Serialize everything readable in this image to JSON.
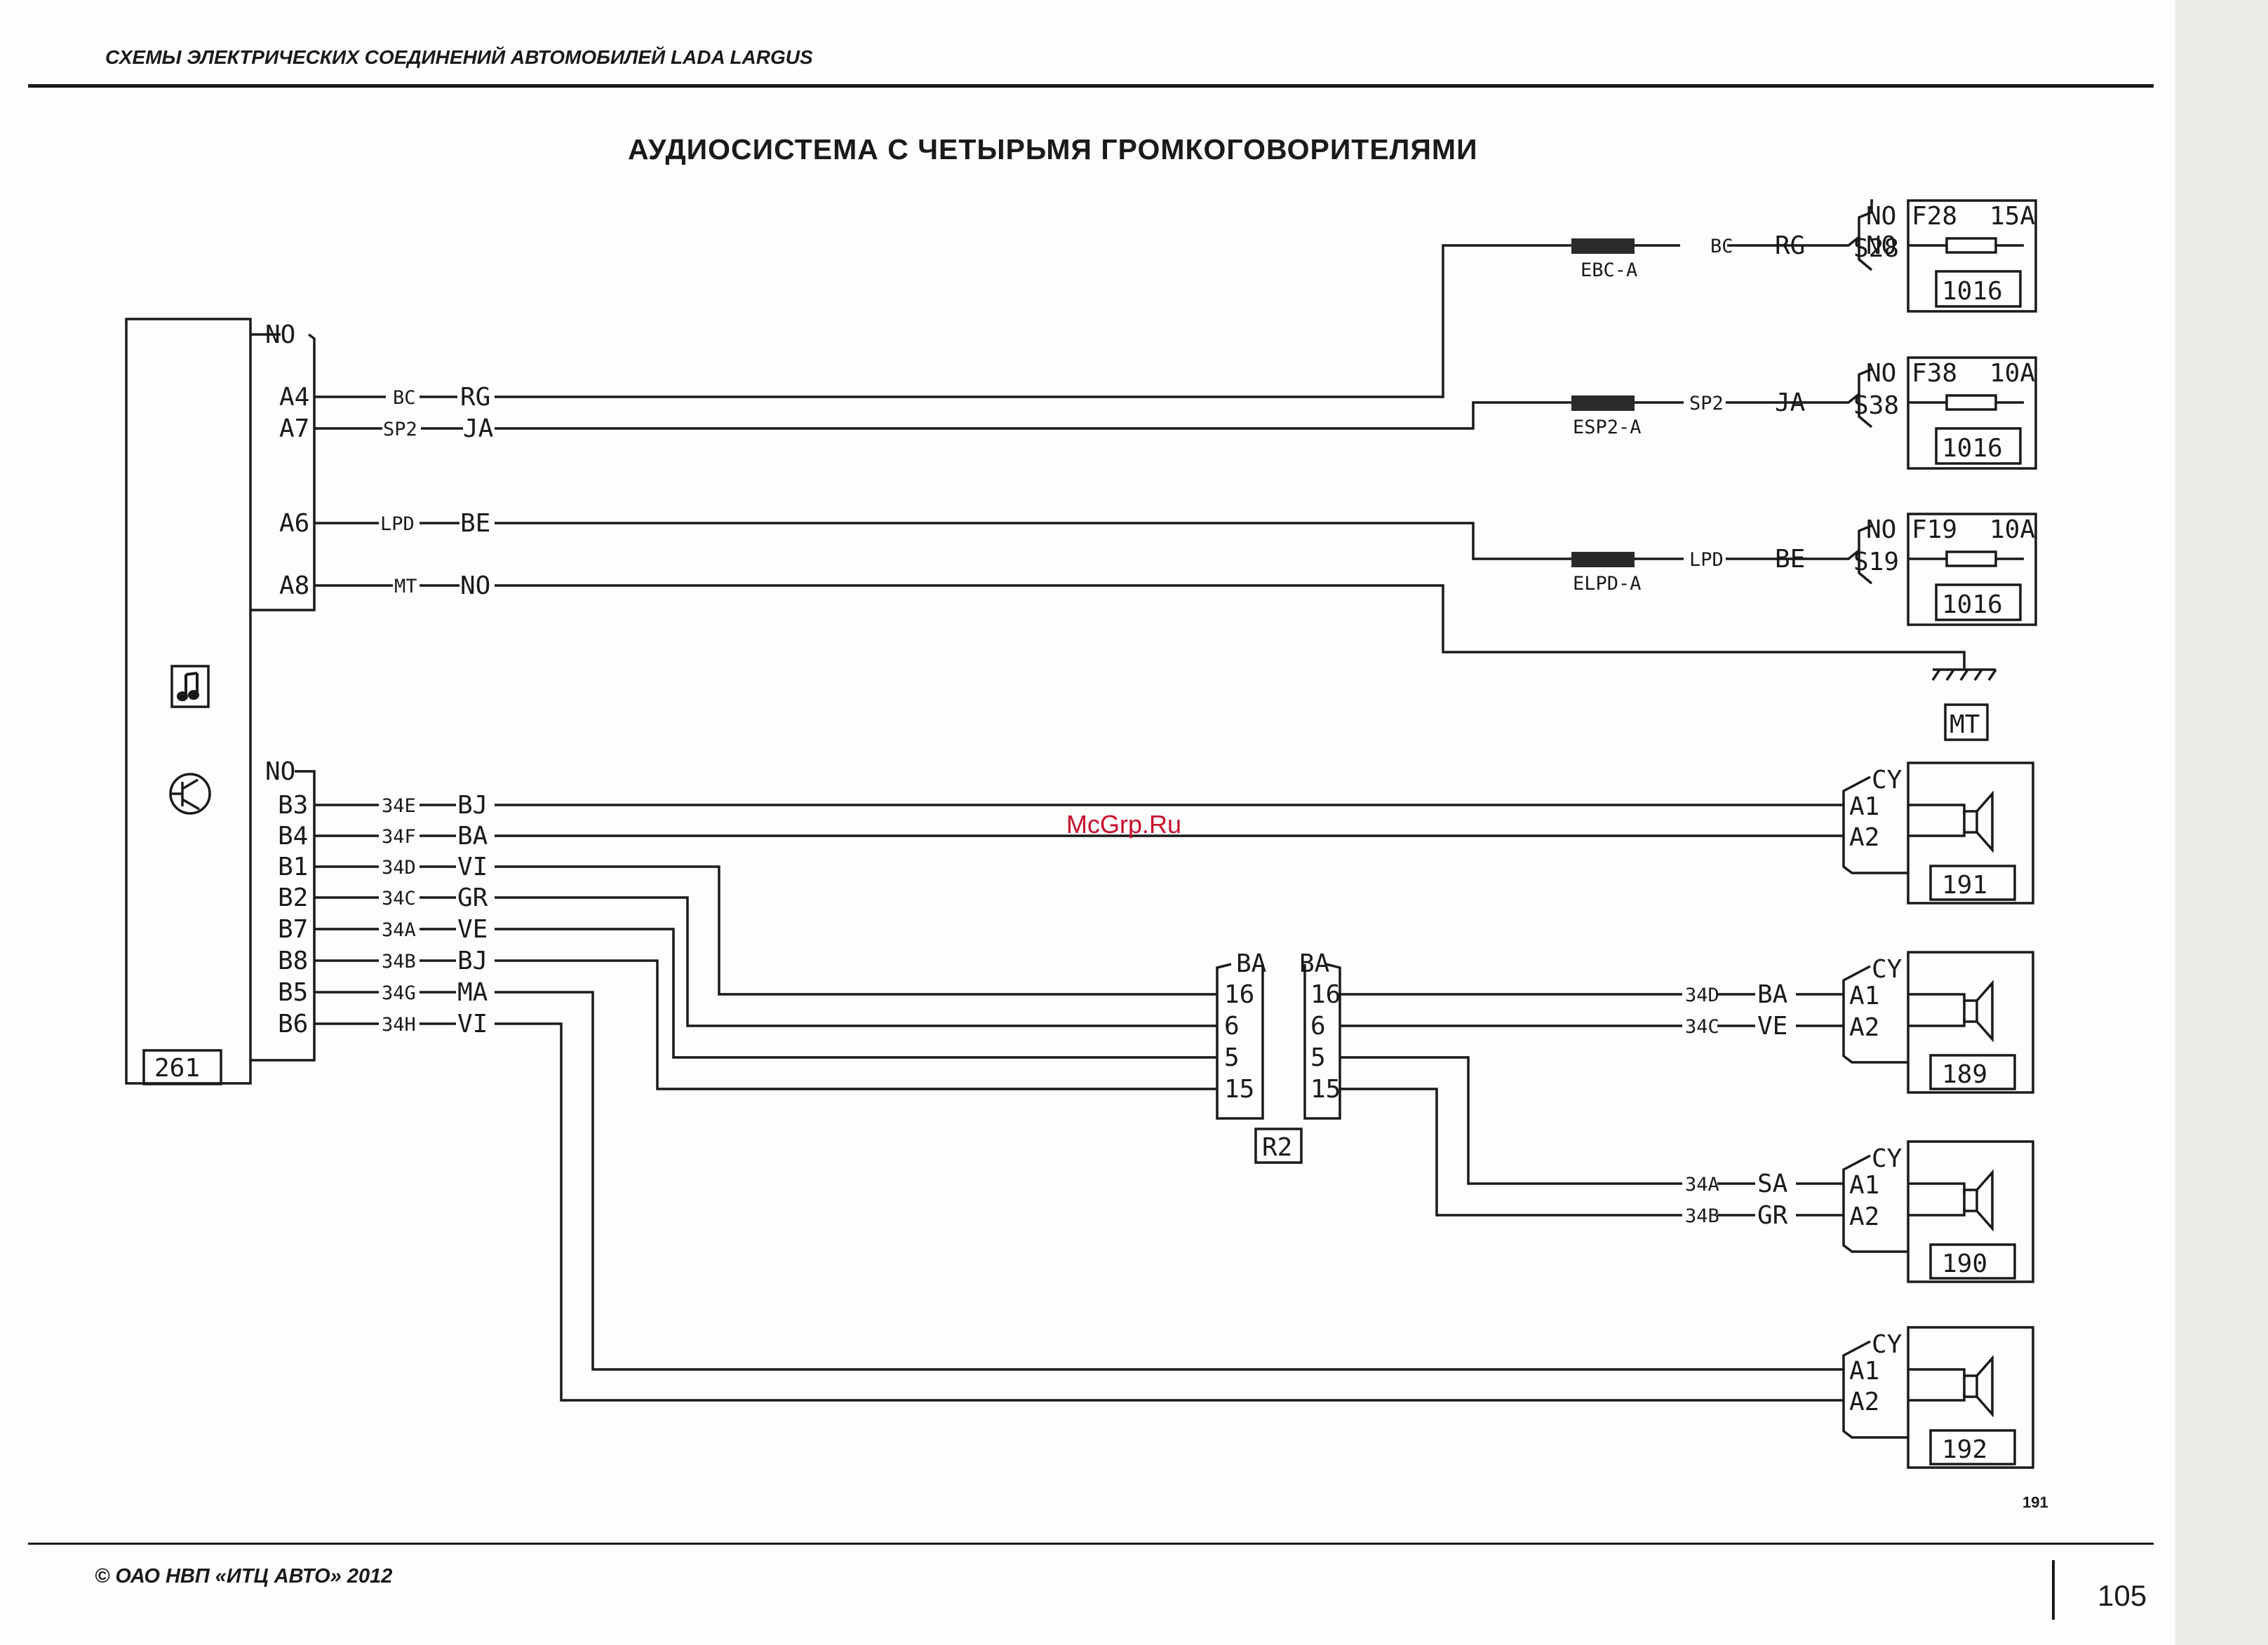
{
  "header": "СХЕМЫ ЭЛЕКТРИЧЕСКИХ СОЕДИНЕНИЙ АВТОМОБИЛЕЙ LADA LARGUS",
  "title": "АУДИОСИСТЕМА С ЧЕТЫРЬМЯ ГРОМКОГОВОРИТЕЛЯМИ",
  "footer": "©   ОАО НВП «ИТЦ АВТО»   2012",
  "page_number": "105",
  "page_ref": "191",
  "watermark": "McGrp.Ru",
  "radio": {
    "id": "261",
    "connector_top": "NO",
    "connector_bottom": "NO",
    "icon_music": "music-note-icon",
    "icon_transistor": "transistor-icon"
  },
  "fuses": [
    {
      "color": "NO",
      "pin": "S28",
      "fuse": "F28",
      "rating": "15A",
      "box": "1016",
      "wire": "BC",
      "wire_color": "RG",
      "splice": "EBC-A"
    },
    {
      "color": "NO",
      "pin": "S38",
      "fuse": "F38",
      "rating": "10A",
      "box": "1016",
      "wire": "SP2",
      "wire_color": "JA",
      "splice": "ESP2-A"
    },
    {
      "color": "NO",
      "pin": "S19",
      "fuse": "F19",
      "rating": "10A",
      "box": "1016",
      "wire": "LPD",
      "wire_color": "BE",
      "splice": "ELPD-A"
    }
  ],
  "power_pins": [
    {
      "pin": "A4",
      "wire": "BC",
      "color": "RG"
    },
    {
      "pin": "A7",
      "wire": "SP2",
      "color": "JA"
    },
    {
      "pin": "A6",
      "wire": "LPD",
      "color": "BE"
    },
    {
      "pin": "A8",
      "wire": "MT",
      "color": "NO"
    }
  ],
  "ground": "MT",
  "speaker_pins": [
    {
      "pin": "B3",
      "wire": "34E",
      "color": "BJ"
    },
    {
      "pin": "B4",
      "wire": "34F",
      "color": "BA"
    },
    {
      "pin": "B1",
      "wire": "34D",
      "color": "VI"
    },
    {
      "pin": "B2",
      "wire": "34C",
      "color": "GR"
    },
    {
      "pin": "B7",
      "wire": "34A",
      "color": "VE"
    },
    {
      "pin": "B8",
      "wire": "34B",
      "color": "BJ"
    },
    {
      "pin": "B5",
      "wire": "34G",
      "color": "MA"
    },
    {
      "pin": "B6",
      "wire": "34H",
      "color": "VI"
    }
  ],
  "connector_r2": {
    "id": "R2",
    "left_color": "BA",
    "right_color": "BA",
    "left_pins": [
      "16",
      "6",
      "5",
      "15"
    ],
    "right_pins": [
      "16",
      "6",
      "5",
      "15"
    ]
  },
  "r2_out_wires": [
    {
      "wire": "34D",
      "color": "BA"
    },
    {
      "wire": "34C",
      "color": "VE"
    },
    {
      "wire": "34A",
      "color": "SA"
    },
    {
      "wire": "34B",
      "color": "GR"
    }
  ],
  "speakers": [
    {
      "id": "191",
      "color": "CY",
      "pins": [
        "A1",
        "A2"
      ]
    },
    {
      "id": "189",
      "color": "CY",
      "pins": [
        "A1",
        "A2"
      ]
    },
    {
      "id": "190",
      "color": "CY",
      "pins": [
        "A1",
        "A2"
      ]
    },
    {
      "id": "192",
      "color": "CY",
      "pins": [
        "A1",
        "A2"
      ]
    }
  ]
}
